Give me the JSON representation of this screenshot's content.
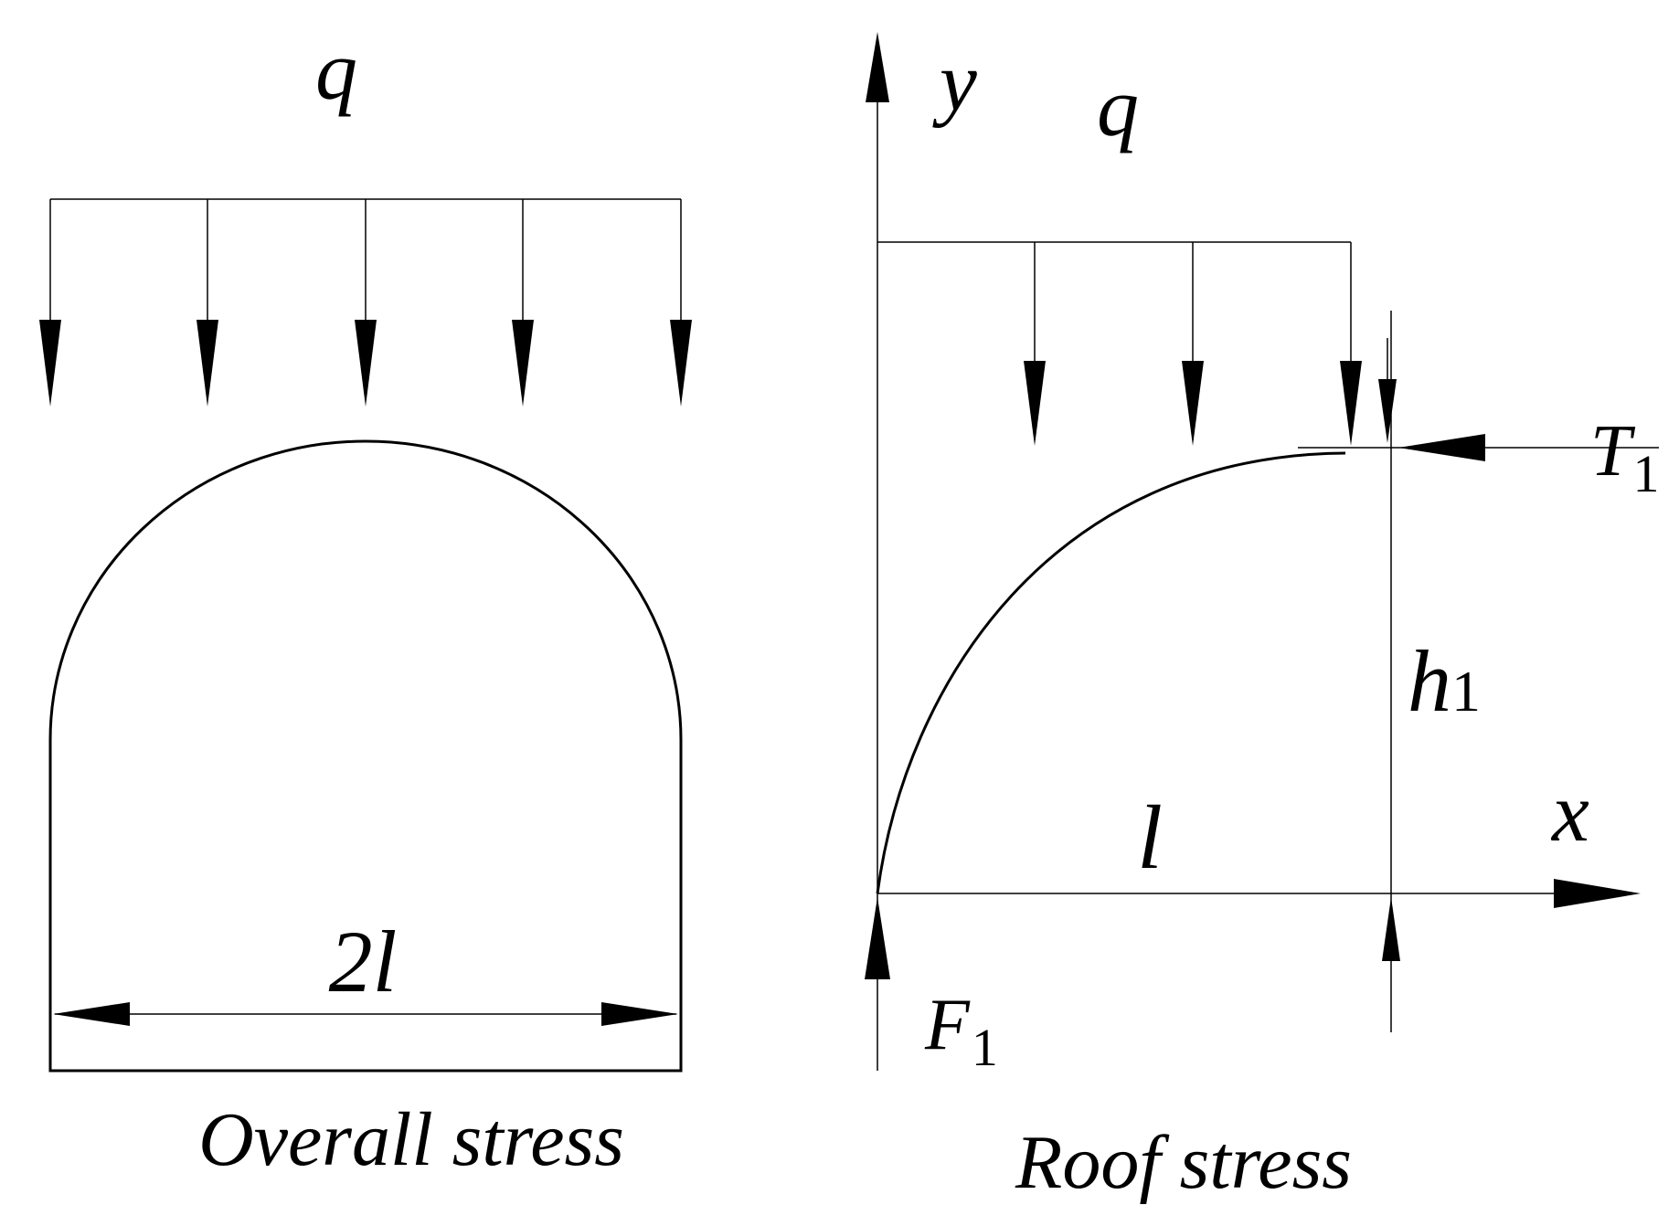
{
  "left": {
    "load_label": "q",
    "span_label": "2l",
    "caption": "Overall stress"
  },
  "right": {
    "y_axis_label": "y",
    "load_label": "q",
    "thrust_label": "T",
    "thrust_subscript": "1",
    "height_label": "h",
    "height_subscript": "1",
    "span_label": "l",
    "x_axis_label": "x",
    "reaction_label": "F",
    "reaction_subscript": "1",
    "caption": "Roof stress"
  }
}
